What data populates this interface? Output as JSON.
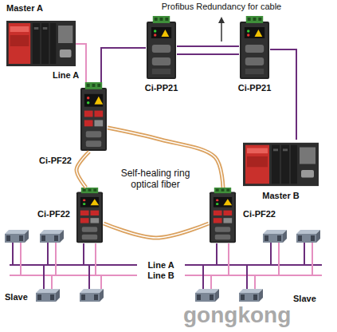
{
  "diagram": {
    "nodes": [
      {
        "text": [
          "Master A"
        ]
      },
      {
        "text": [
          "Ci-PP21"
        ]
      },
      {
        "text": [
          "Ci-PP21"
        ]
      },
      {
        "text": [
          "Ci-PF22"
        ]
      },
      {
        "text": [
          "Master B"
        ]
      },
      {
        "text": [
          "Ci-PF22"
        ]
      },
      {
        "text": [
          "Ci-PF22"
        ]
      }
    ],
    "edges": [
      {
        "from": 0,
        "to": 3,
        "arrow": "none"
      },
      {
        "from": 3,
        "to": 1,
        "arrow": "none"
      },
      {
        "from": 1,
        "to": 2,
        "arrow": "none"
      },
      {
        "from": 1,
        "to": 2,
        "arrow": "none"
      },
      {
        "from": 2,
        "to": 4,
        "arrow": "none"
      },
      {
        "from": 3,
        "to": 5,
        "arrow": "none"
      },
      {
        "from": 5,
        "to": 6,
        "arrow": "none"
      },
      {
        "from": 6,
        "to": 3,
        "arrow": "none"
      }
    ],
    "labels": [
      "Line A",
      "Profibus Redundancy for cable",
      "Self-healing ring optical fiber",
      "Line A",
      "Line B",
      "Slave",
      "Slave",
      "gongkong"
    ]
  }
}
